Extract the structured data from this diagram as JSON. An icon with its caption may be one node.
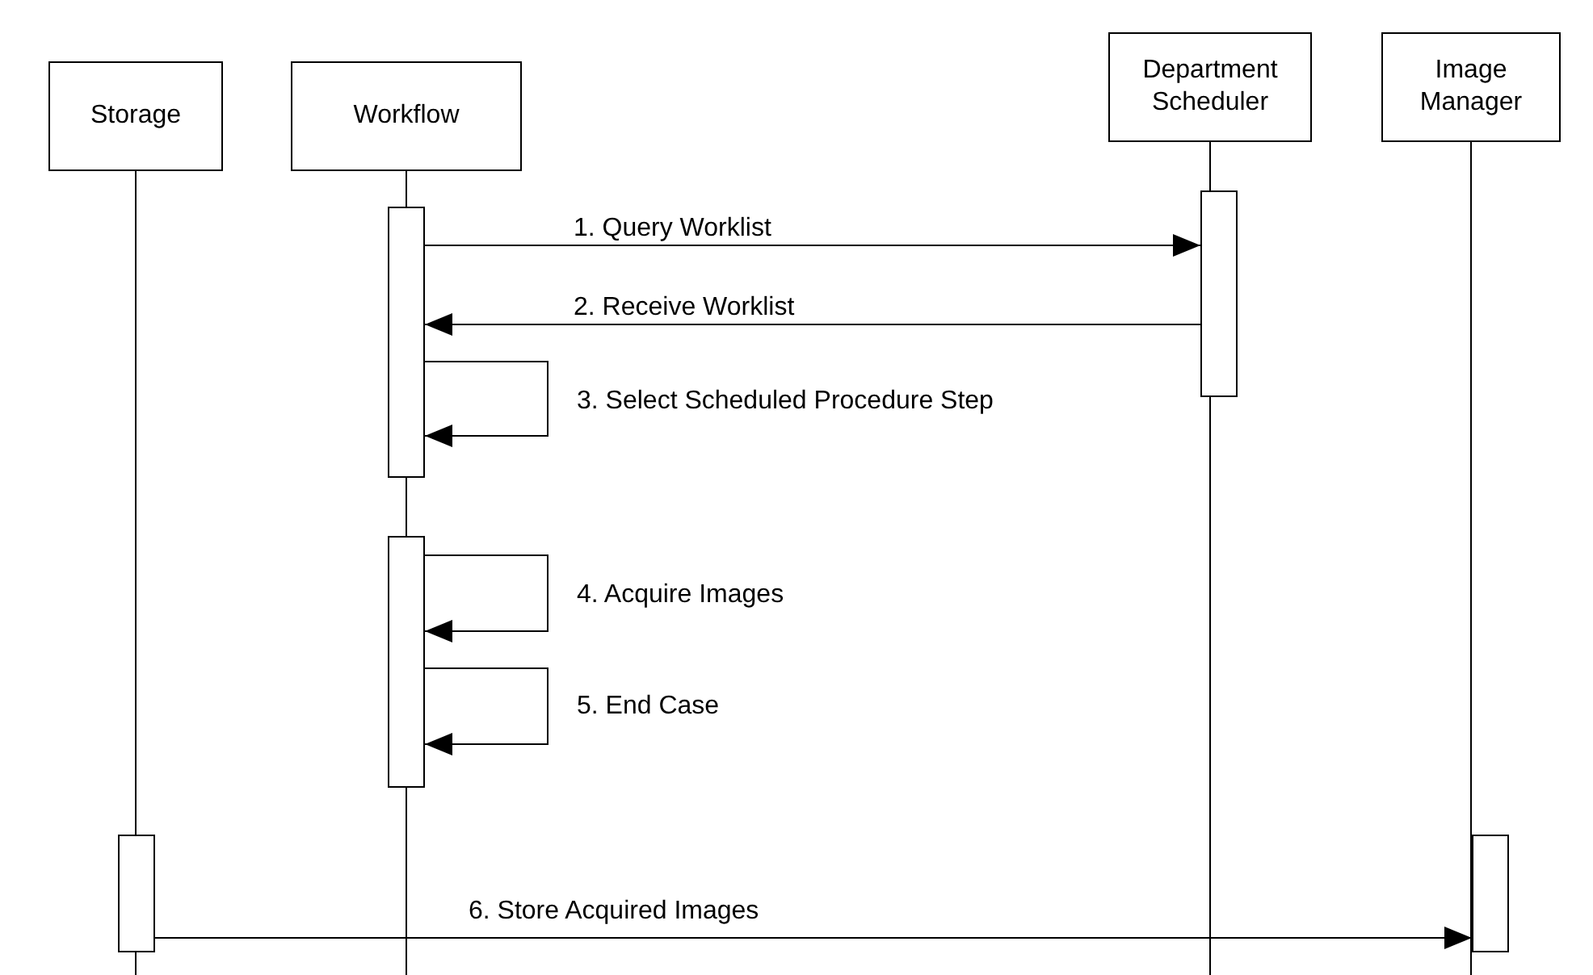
{
  "diagram": {
    "nodes": [
      {
        "text": [
          "Storage"
        ]
      },
      {
        "text": [
          "Workflow"
        ]
      },
      {
        "text": [
          "Department Scheduler"
        ]
      },
      {
        "text": [
          "Image Manager"
        ]
      },
      {
        "text": [],
        "shape": "bar"
      },
      {
        "text": [],
        "shape": "bar"
      },
      {
        "text": [],
        "shape": "bar"
      },
      {
        "text": [],
        "shape": "bar"
      },
      {
        "text": [],
        "shape": "bar"
      }
    ],
    "edges": [
      {
        "from": 4,
        "to": 5,
        "arrow": "to",
        "label": "1. Query Worklist"
      },
      {
        "from": 5,
        "to": 4,
        "arrow": "to",
        "label": "2. Receive Worklist"
      },
      {
        "from": 4,
        "to": 4,
        "arrow": "to",
        "label": "3. Select Scheduled Procedure Step"
      },
      {
        "from": 6,
        "to": 6,
        "arrow": "to",
        "label": "4. Acquire Images"
      },
      {
        "from": 6,
        "to": 6,
        "arrow": "to",
        "label": "5. End Case"
      },
      {
        "from": 7,
        "to": 8,
        "arrow": "to",
        "label": "6. Store Acquired Images"
      }
    ]
  }
}
